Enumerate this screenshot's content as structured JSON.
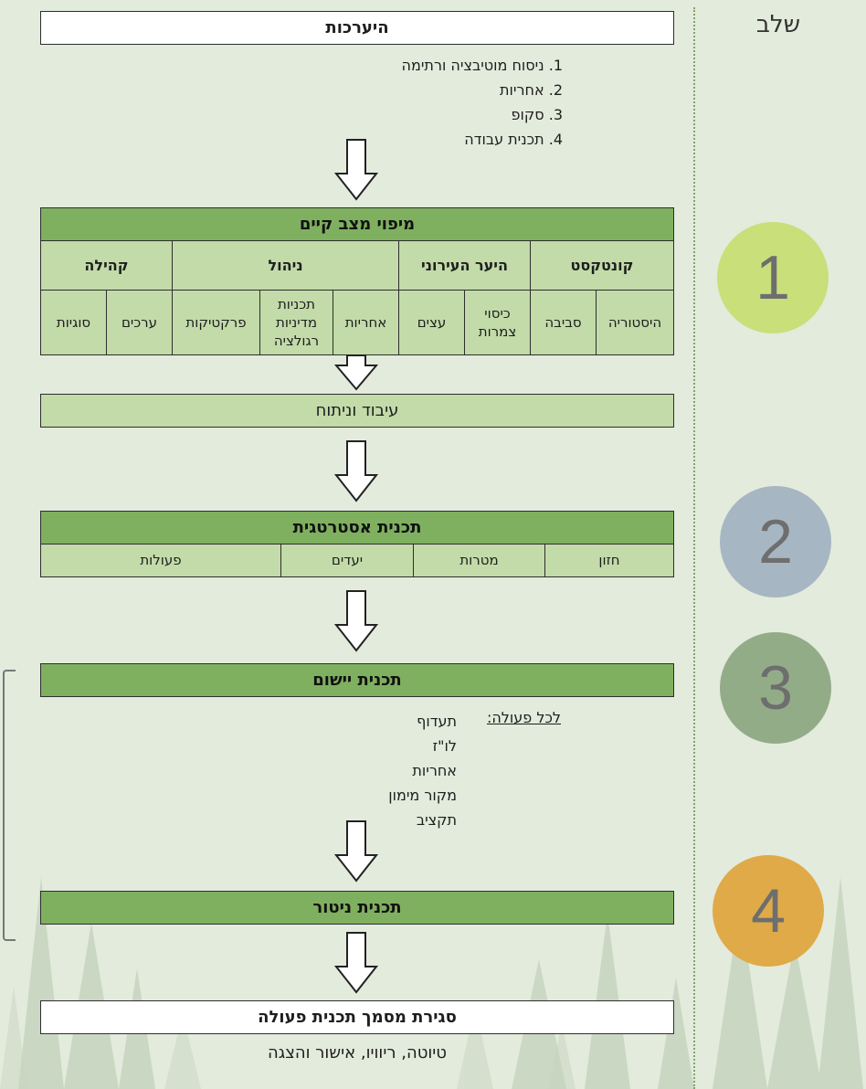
{
  "stage_label": "שלב",
  "stages": [
    "1",
    "2",
    "3",
    "4"
  ],
  "colors": {
    "page_bg": "#e3ebdc",
    "header_green": "#7fb05f",
    "cell_green": "#c2dba9",
    "stage1": "#c8df7a",
    "stage2": "#a7b6c3",
    "stage3": "#93ac88",
    "stage4": "#e0aa48"
  },
  "preparation": {
    "title": "היערכות",
    "items": [
      "1. ניסוח מוטיבציה ורתימה",
      "2. אחריות",
      "3. סקופ",
      "4. תכנית עבודה"
    ]
  },
  "mapping": {
    "title": "מיפוי מצב קיים",
    "groups": [
      "קונטקסט",
      "היער העירוני",
      "ניהול",
      "קהילה"
    ],
    "cells": [
      "היסטוריה",
      "סביבה",
      "כיסוי צמרות",
      "עצים",
      "אחריות",
      "תכניות מדיניות רגולציה",
      "פרקטיקות",
      "ערכים",
      "סוגיות"
    ]
  },
  "analysis": {
    "title": "עיבוד וניתוח"
  },
  "strategic": {
    "title": "תכנית אסטרטגית",
    "cells": [
      "חזון",
      "מטרות",
      "יעדים",
      "פעולות"
    ]
  },
  "implementation": {
    "title": "תכנית יישום",
    "per_action_label": "לכל פעולה:",
    "items": [
      "תעדוף",
      "לו\"ז",
      "אחריות",
      "מקור מימון",
      "תקציב"
    ]
  },
  "monitoring": {
    "title": "תכנית ניטור"
  },
  "closing": {
    "title": "סגירת מסמך תכנית פעולה",
    "subtitle": "טיוטה, ריוויו, אישור והצגה"
  },
  "icons": [
    "down-arrow-icon",
    "tree-silhouette-icon"
  ]
}
